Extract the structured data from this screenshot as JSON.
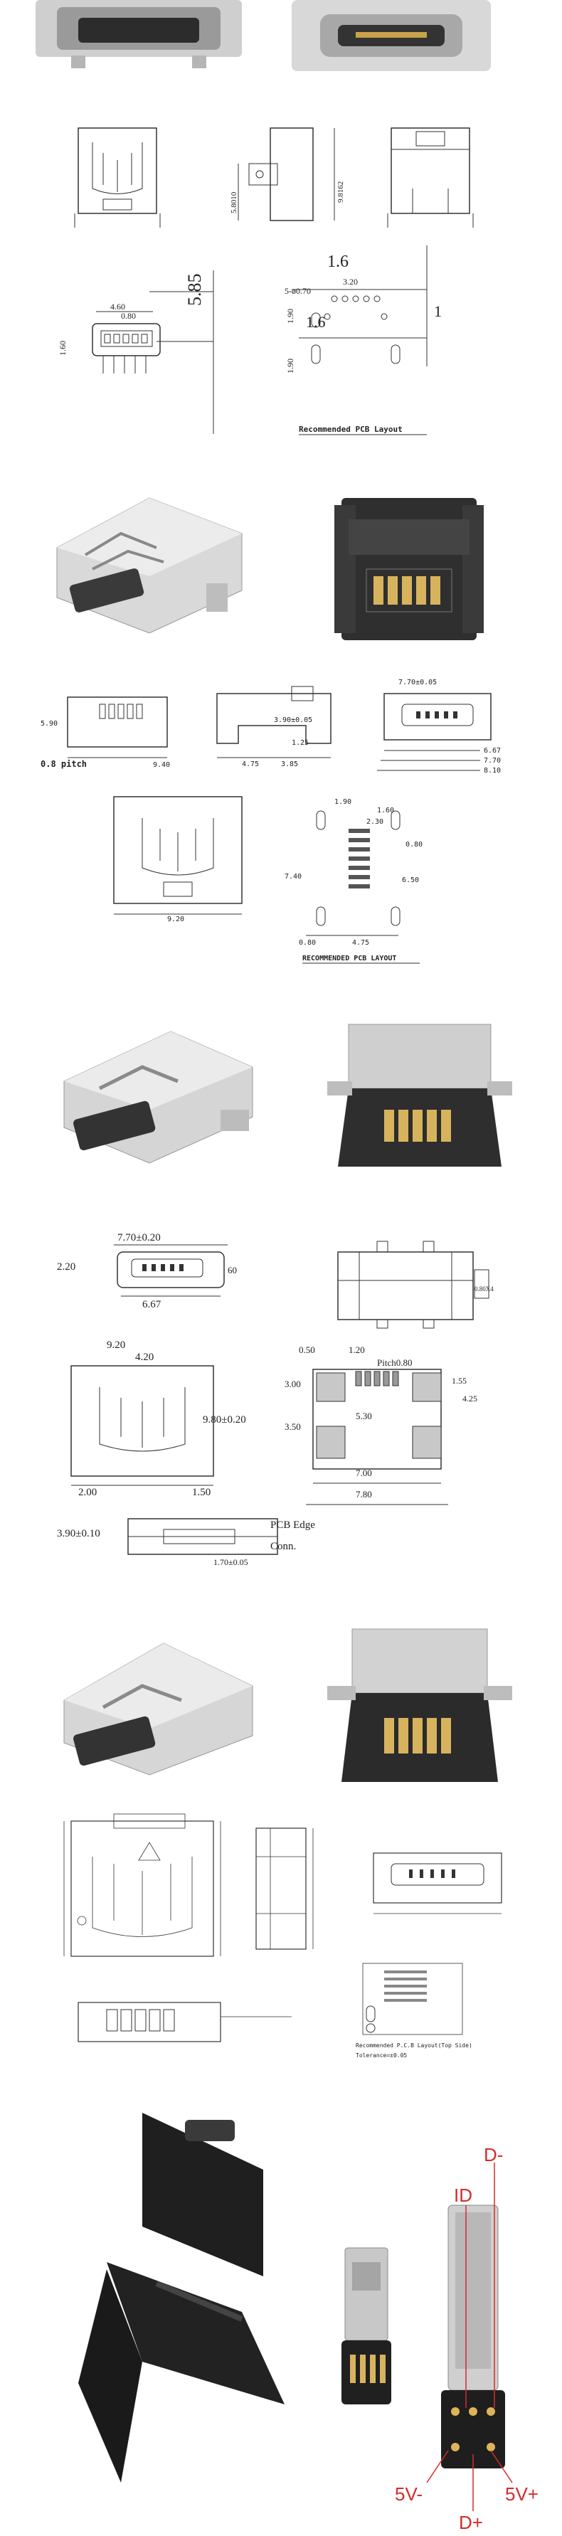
{
  "section1": {
    "dims": {
      "d5_85": "5.85",
      "d4_60": "4.60",
      "d0_80": "0.80",
      "d1_60": "1.60",
      "d5_8010": "5.8010",
      "d9_8162": "9.8162",
      "d1_6": "1.6",
      "d3_20": "3.20",
      "d5_phi": "5-ø0.70",
      "d1_90": "1.90",
      "d1_6b": "1.6",
      "d1_90b": "1.90",
      "d1": "1",
      "pcb_title": "Recommended PCB Layout"
    }
  },
  "section2": {
    "dims": {
      "d5_90": "5.90",
      "pitch": "0.8 pitch",
      "d9_40": "9.40",
      "d3_90": "3.90±0.05",
      "d1_25": "1.25",
      "d4_75": "4.75",
      "d3_85": "3.85",
      "d7_70": "7.70±0.05",
      "d6_67": "6.67",
      "d7_70b": "7.70",
      "d8_10": "8.10",
      "d9_20": "9.20",
      "d1_90": "1.90",
      "d2_30": "2.30",
      "d0_80": "0.80",
      "d7_40": "7.40",
      "d4_75b": "4.75",
      "d6_50": "6.50",
      "d0_80b": "0.80",
      "d1_60": "1.60",
      "pcb_title": "RECOMMENDED PCB LAYOUT"
    }
  },
  "section3": {
    "dims": {
      "d7_70": "7.70±0.20",
      "d2_20": "2.20",
      "d60": "60",
      "d6_67": "6.67",
      "d9_20": "9.20",
      "d4_20": "4.20",
      "d9_80": "9.80±0.20",
      "d2_00": "2.00",
      "d1_50": "1.50",
      "d3_90": "3.90±0.10",
      "d1_70": "1.70±0.05",
      "d0_50": "0.50",
      "d1_20": "1.20",
      "pitch": "Pitch0.80",
      "d3_00": "3.00",
      "d1_55": "1.55",
      "d4_25": "4.25",
      "d3_50": "3.50",
      "d5_30": "5.30",
      "d7_00": "7.00",
      "d7_80": "7.80",
      "pcb_edge": "PCB Edge",
      "conn": "Conn."
    }
  },
  "section4": {
    "dims": {
      "pcb_title": "Recommended P.C.B Layout(Top Side)",
      "tolerance": "Tolerance=±0.05"
    }
  },
  "section5": {
    "pins": {
      "d_minus": "D-",
      "id": "ID",
      "v5_minus": "5V-",
      "v5_plus": "5V+",
      "d_plus": "D+"
    }
  },
  "colors": {
    "metal_light": "#dcdcdc",
    "metal_dark": "#8a8a8a",
    "plastic": "#2a2a2a",
    "gold": "#c9a24a",
    "pin_label": "#d62b2b"
  }
}
